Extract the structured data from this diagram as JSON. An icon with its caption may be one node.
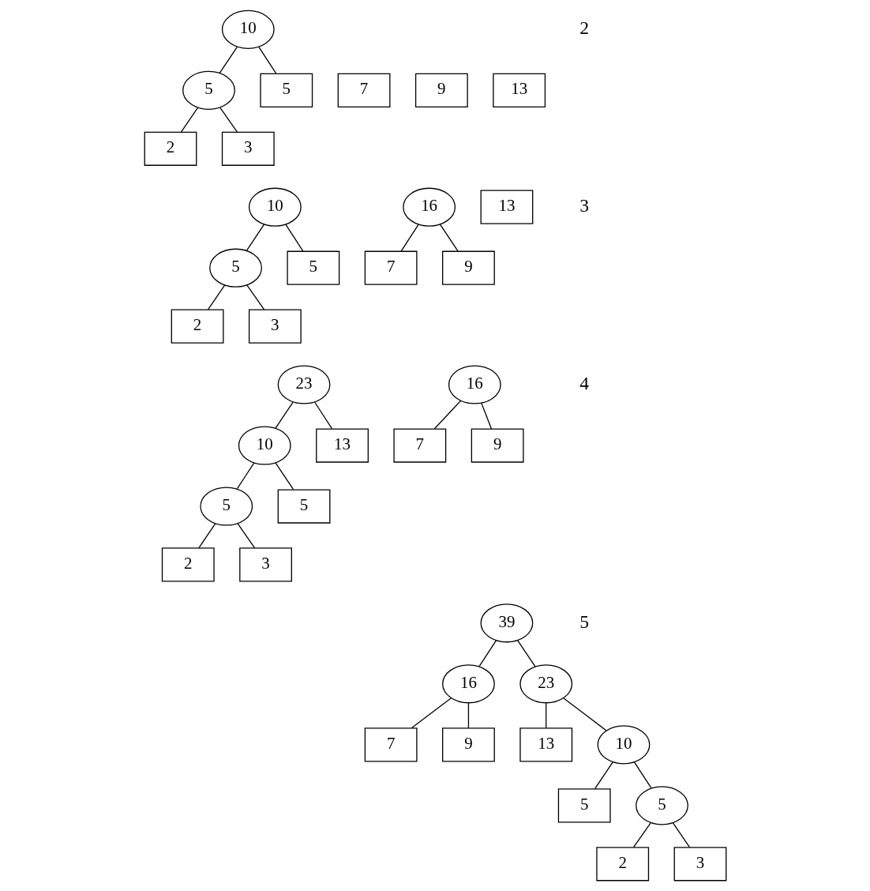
{
  "diagram": {
    "nodes": [
      {
        "text": [
          "10"
        ]
      },
      {
        "text": [
          "5"
        ]
      },
      {
        "text": [
          "5"
        ]
      },
      {
        "text": [
          "2"
        ]
      },
      {
        "text": [
          "3"
        ]
      },
      {
        "text": [
          "7"
        ]
      },
      {
        "text": [
          "9"
        ]
      },
      {
        "text": [
          "13"
        ]
      },
      {
        "text": [
          "10"
        ]
      },
      {
        "text": [
          "16"
        ]
      },
      {
        "text": [
          "13"
        ]
      },
      {
        "text": [
          "5"
        ]
      },
      {
        "text": [
          "5"
        ]
      },
      {
        "text": [
          "7"
        ]
      },
      {
        "text": [
          "9"
        ]
      },
      {
        "text": [
          "2"
        ]
      },
      {
        "text": [
          "3"
        ]
      },
      {
        "text": [
          "23"
        ]
      },
      {
        "text": [
          "16"
        ]
      },
      {
        "text": [
          "10"
        ]
      },
      {
        "text": [
          "13"
        ]
      },
      {
        "text": [
          "7"
        ]
      },
      {
        "text": [
          "9"
        ]
      },
      {
        "text": [
          "5"
        ]
      },
      {
        "text": [
          "5"
        ]
      },
      {
        "text": [
          "2"
        ]
      },
      {
        "text": [
          "3"
        ]
      },
      {
        "text": [
          "39"
        ]
      },
      {
        "text": [
          "16"
        ]
      },
      {
        "text": [
          "23"
        ]
      },
      {
        "text": [
          "13"
        ]
      },
      {
        "text": [
          "7"
        ]
      },
      {
        "text": [
          "9"
        ]
      },
      {
        "text": [
          "10"
        ]
      },
      {
        "text": [
          "5"
        ]
      },
      {
        "text": [
          "5"
        ]
      },
      {
        "text": [
          "2"
        ]
      },
      {
        "text": [
          "3"
        ]
      }
    ],
    "edges": [
      {
        "from": 0,
        "to": 1,
        "arrow": "none"
      },
      {
        "from": 0,
        "to": 2,
        "arrow": "none"
      },
      {
        "from": 1,
        "to": 3,
        "arrow": "none"
      },
      {
        "from": 1,
        "to": 4,
        "arrow": "none"
      },
      {
        "from": 8,
        "to": 11,
        "arrow": "none"
      },
      {
        "from": 8,
        "to": 12,
        "arrow": "none"
      },
      {
        "from": 11,
        "to": 15,
        "arrow": "none"
      },
      {
        "from": 11,
        "to": 16,
        "arrow": "none"
      },
      {
        "from": 9,
        "to": 13,
        "arrow": "none"
      },
      {
        "from": 9,
        "to": 14,
        "arrow": "none"
      },
      {
        "from": 17,
        "to": 19,
        "arrow": "none"
      },
      {
        "from": 17,
        "to": 20,
        "arrow": "none"
      },
      {
        "from": 19,
        "to": 23,
        "arrow": "none"
      },
      {
        "from": 19,
        "to": 24,
        "arrow": "none"
      },
      {
        "from": 23,
        "to": 25,
        "arrow": "none"
      },
      {
        "from": 23,
        "to": 26,
        "arrow": "none"
      },
      {
        "from": 18,
        "to": 21,
        "arrow": "none"
      },
      {
        "from": 18,
        "to": 22,
        "arrow": "none"
      },
      {
        "from": 27,
        "to": 28,
        "arrow": "none"
      },
      {
        "from": 27,
        "to": 29,
        "arrow": "none"
      },
      {
        "from": 28,
        "to": 31,
        "arrow": "none"
      },
      {
        "from": 28,
        "to": 32,
        "arrow": "none"
      },
      {
        "from": 29,
        "to": 33,
        "arrow": "none"
      },
      {
        "from": 29,
        "to": 30,
        "arrow": "none"
      },
      {
        "from": 33,
        "to": 35,
        "arrow": "none"
      },
      {
        "from": 33,
        "to": 34,
        "arrow": "none"
      },
      {
        "from": 35,
        "to": 36,
        "arrow": "none"
      },
      {
        "from": 35,
        "to": 37,
        "arrow": "none"
      }
    ],
    "labels": [
      "2",
      "3",
      "4",
      "5"
    ]
  }
}
